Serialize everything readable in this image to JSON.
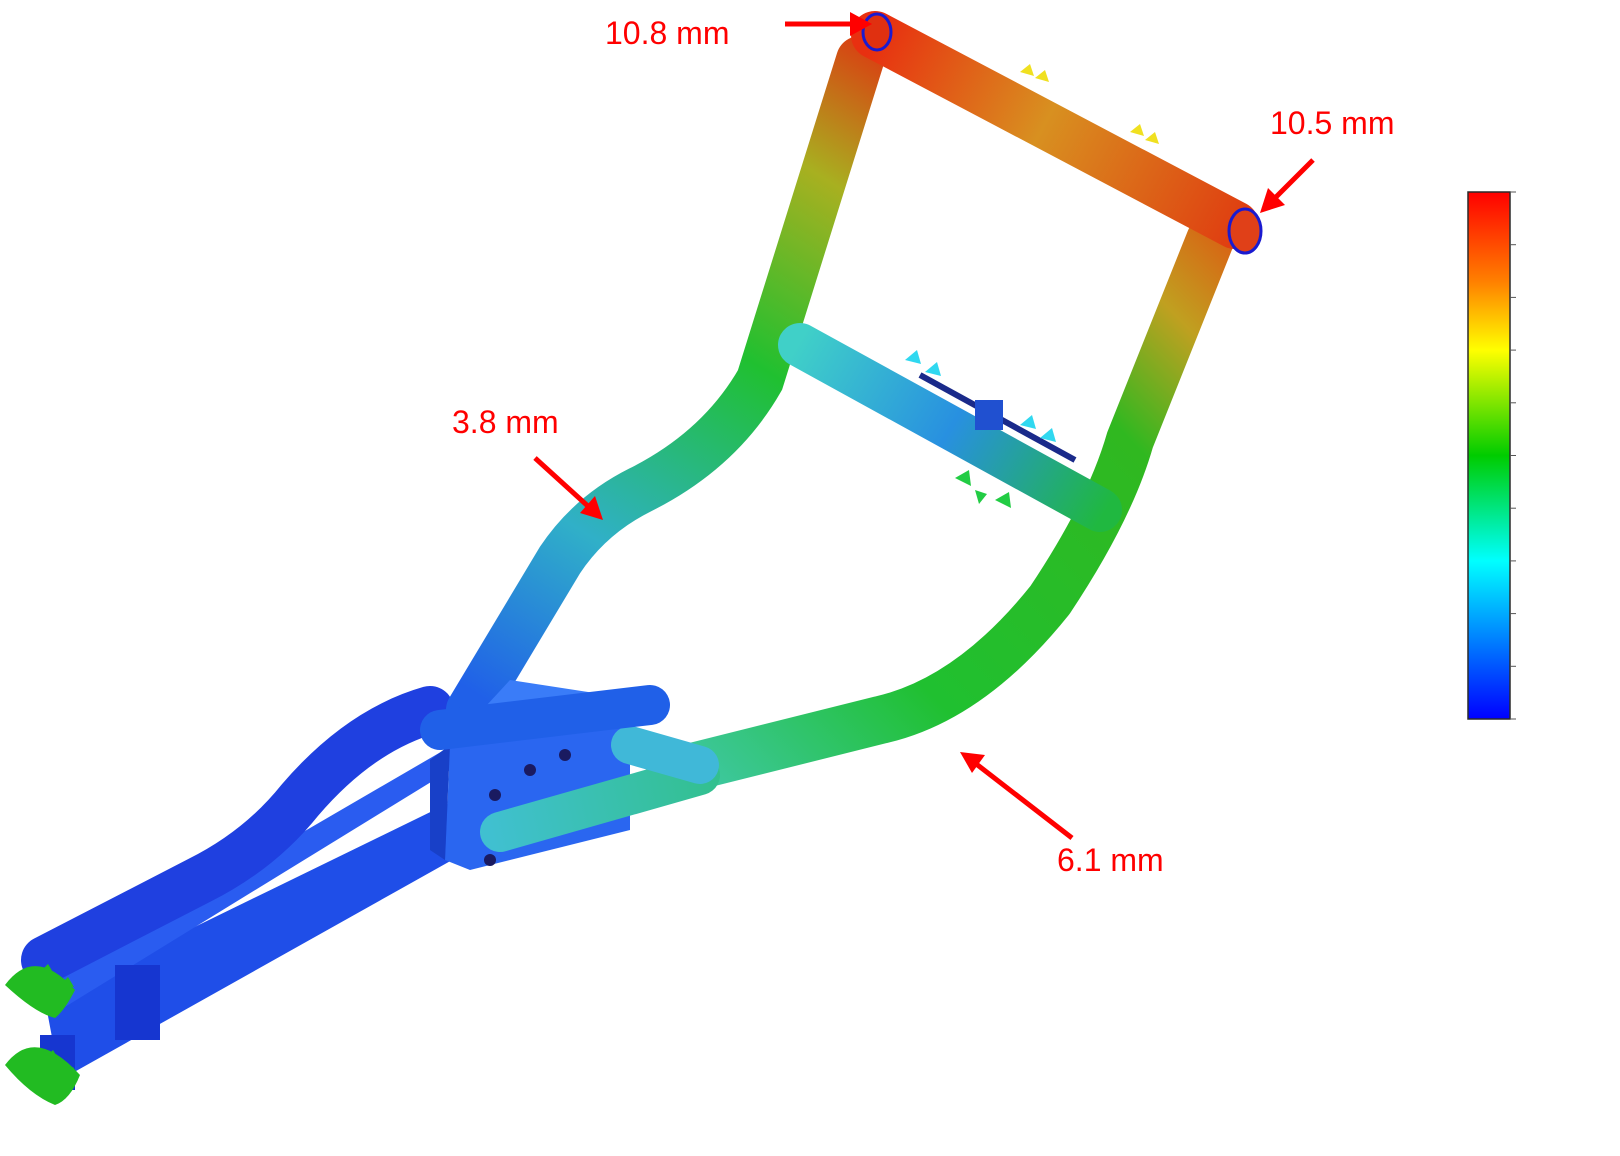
{
  "annotations": [
    {
      "id": "top-left-corner",
      "label": "10.8 mm"
    },
    {
      "id": "top-right-corner",
      "label": "10.5 mm"
    },
    {
      "id": "left-bend",
      "label": "3.8 mm"
    },
    {
      "id": "lower-bend",
      "label": "6.1 mm"
    }
  ],
  "colorbar": {
    "colors": [
      "#ff0000",
      "#ff8000",
      "#ffff00",
      "#00cc00",
      "#00ffff",
      "#0080ff",
      "#0000ff"
    ]
  },
  "colors": {
    "callout": "#ff0000",
    "max_displacement": "#ff1a00",
    "high_displacement": "#f0a000",
    "mid_displacement": "#20c020",
    "low_displacement": "#30d0c0",
    "min_displacement": "#1a3cf0",
    "support_markers": "#22bb22"
  },
  "icons": {
    "fixed_support": "fixed-support-icon",
    "load_arrow": "load-arrow-icon",
    "callout_arrow": "arrow-icon"
  }
}
